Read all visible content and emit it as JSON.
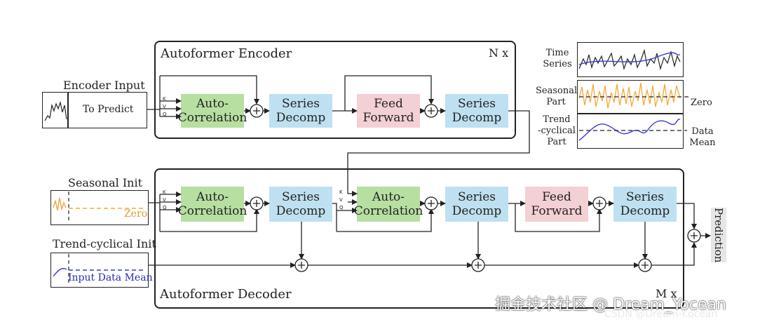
{
  "encoder": {
    "title": "Autoformer Encoder",
    "repeat": "N x",
    "auto_correlation": "Auto-\nCorrelation",
    "series_decomp_1": "Series\nDecomp",
    "feed_forward": "Feed\nForward",
    "series_decomp_2": "Series\nDecomp"
  },
  "decoder": {
    "title": "Autoformer Decoder",
    "repeat": "M x",
    "auto_correlation_1": "Auto-\nCorrelation",
    "series_decomp_1": "Series\nDecomp",
    "auto_correlation_2": "Auto-\nCorrelation",
    "series_decomp_2": "Series\nDecomp",
    "feed_forward": "Feed\nForward",
    "series_decomp_3": "Series\nDecomp"
  },
  "inputs": {
    "encoder_input": "Encoder Input",
    "to_predict": "To Predict",
    "seasonal_init": "Seasonal Init",
    "seasonal_zero": "Zero",
    "trend_init": "Trend-cyclical Init",
    "trend_mean": "Input Data Mean"
  },
  "kvq": {
    "k": "K",
    "v": "V",
    "q": "Q"
  },
  "output": {
    "prediction": "Prediction"
  },
  "legend": {
    "time_series": "Time\nSeries",
    "seasonal_part": "Seasonal\nPart",
    "trend_part": "Trend\n-cyclical\nPart",
    "zero": "Zero",
    "data_mean": "Data\nMean"
  },
  "watermark": {
    "main": "掘金技术社区 @ Dream_Yocean",
    "sub": "CSDN @Dream-Y.ocean"
  },
  "colors": {
    "auto_correlation": "#b7dfa2",
    "series_decomp": "#bfe0f0",
    "feed_forward": "#f3d0d4",
    "seasonal_line": "#f2a93b",
    "trend_line": "#3a3ad6"
  }
}
